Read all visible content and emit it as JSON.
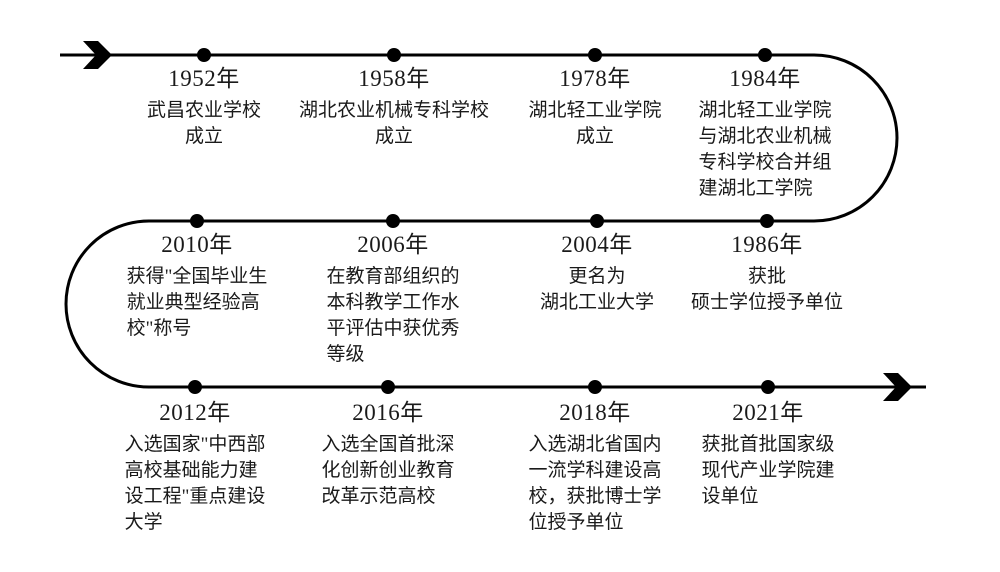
{
  "page": {
    "background_color": "#ffffff",
    "line_color": "#000000",
    "dot_color": "#000000",
    "text_color": "#1a1a1a"
  },
  "timeline": {
    "events": [
      {
        "year": "1952年",
        "desc": "武昌农业学校\n成立"
      },
      {
        "year": "1958年",
        "desc": "湖北农业机械专科学校\n成立"
      },
      {
        "year": "1978年",
        "desc": "湖北轻工业学院\n成立"
      },
      {
        "year": "1984年",
        "desc": "湖北轻工业学院\n与湖北农业机械\n专科学校合并组\n建湖北工学院"
      },
      {
        "year": "2010年",
        "desc": "获得\"全国毕业生\n就业典型经验高\n校\"称号"
      },
      {
        "year": "2006年",
        "desc": "在教育部组织的\n本科教学工作水\n平评估中获优秀\n等级"
      },
      {
        "year": "2004年",
        "desc": "更名为\n湖北工业大学"
      },
      {
        "year": "1986年",
        "desc": "获批\n硕士学位授予单位"
      },
      {
        "year": "2012年",
        "desc": "入选国家\"中西部\n高校基础能力建\n设工程\"重点建设\n大学"
      },
      {
        "year": "2016年",
        "desc": "入选全国首批深\n化创新创业教育\n改革示范高校"
      },
      {
        "year": "2018年",
        "desc": "入选湖北省国内\n一流学科建设高\n校，获批博士学\n位授予单位"
      },
      {
        "year": "2021年",
        "desc": "获批首批国家级\n现代产业学院建\n设单位"
      }
    ]
  }
}
